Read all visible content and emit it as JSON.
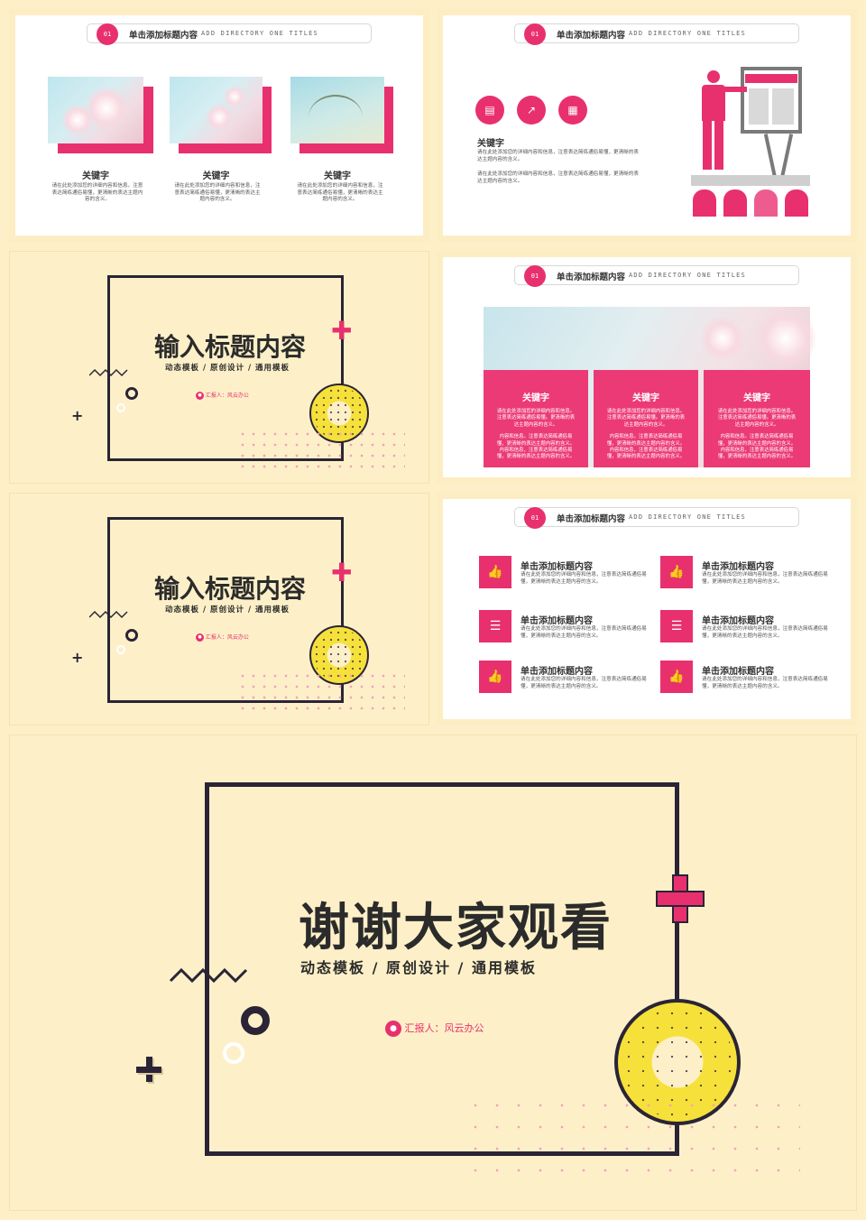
{
  "colors": {
    "accent": "#e8306f",
    "cream": "#fdf0c8",
    "dark": "#2a2436",
    "yellow": "#f6e03a"
  },
  "header": {
    "num": "01",
    "title_cn": "单击添加标题内容",
    "title_en": "ADD DIRECTORY ONE TITLES"
  },
  "keyword": "关键字",
  "para_short": "请在此处添加您的详细内容和信息，注意表达简练通俗易懂，更清晰的表达主题内容的含义。",
  "para_mid": "请在此处添加您的详细内容和信息。注意表达简练通俗易懂。更清晰的表达主题内容的含义。",
  "slide2": {
    "icons": [
      "clipboard-icon",
      "chart-line-icon",
      "calculator-icon"
    ],
    "para1": "请在此处添加您的详细内容和信息，注意表达简练通俗易懂，更清晰的表达主题内容的含义。",
    "para2": "请在此处添加您的详细内容和信息，注意表达简练通俗易懂，更清晰的表达主题内容的含义。"
  },
  "slide4": {
    "para_a": "请在此处添加您的详细内容和信息。注意表达简练通俗易懂。更清晰的表达主题内容的含义。",
    "para_b": "内容和信息。注意表达简练通俗易懂，更清晰的表达主题内容的含义。内容和信息，注意表达简练通俗易懂，更清晰的表达主题内容的含义。"
  },
  "cover": {
    "title": "输入标题内容",
    "subtitle": "动态模板 / 原创设计 / 通用模板",
    "reporter": "汇报人：风云办公"
  },
  "slide6": {
    "items": [
      {
        "icon": "thumbs-up-icon",
        "title": "单击添加标题内容",
        "text": "请在此处添加您的详细内容和信息，注意表达简练通俗易懂，更清晰的表达主题内容的含义。"
      },
      {
        "icon": "thumbs-up-icon",
        "title": "单击添加标题内容",
        "text": "请在此处添加您的详细内容和信息，注意表达简练通俗易懂，更清晰的表达主题内容的含义。"
      },
      {
        "icon": "list-icon",
        "title": "单击添加标题内容",
        "text": "请在此处添加您的详细内容和信息，注意表达简练通俗易懂，更清晰的表达主题内容的含义。"
      },
      {
        "icon": "list-icon",
        "title": "单击添加标题内容",
        "text": "请在此处添加您的详细内容和信息，注意表达简练通俗易懂，更清晰的表达主题内容的含义。"
      },
      {
        "icon": "thumbs-up-icon",
        "title": "单击添加标题内容",
        "text": "请在此处添加您的详细内容和信息，注意表达简练通俗易懂，更清晰的表达主题内容的含义。"
      },
      {
        "icon": "thumbs-up-icon",
        "title": "单击添加标题内容",
        "text": "请在此处添加您的详细内容和信息，注意表达简练通俗易懂，更清晰的表达主题内容的含义。"
      }
    ]
  },
  "thanks": {
    "title": "谢谢大家观看",
    "subtitle": "动态模板 / 原创设计 / 通用模板",
    "reporter": "汇报人：风云办公"
  }
}
